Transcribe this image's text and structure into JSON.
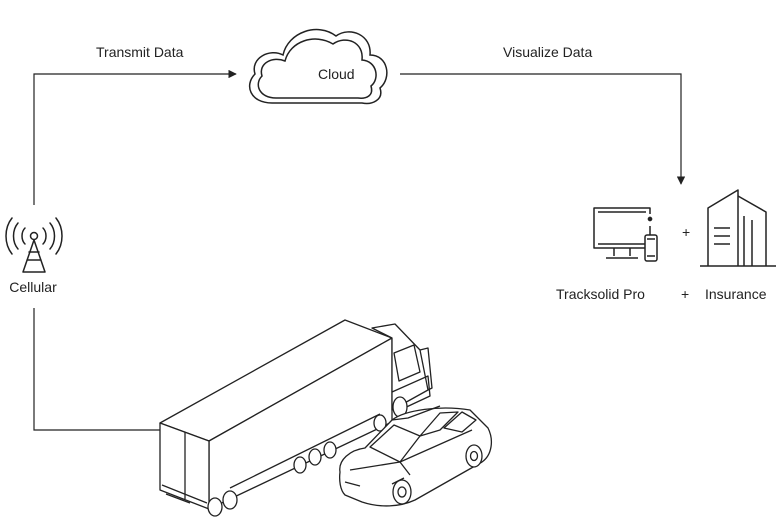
{
  "labels": {
    "transmit": "Transmit Data",
    "cloud": "Cloud",
    "visualize": "Visualize Data",
    "cellular": "Cellular",
    "tracksolid": "Tracksolid Pro",
    "plus": "+",
    "insurance": "Insurance"
  },
  "icons": {
    "cloud": "cloud-icon",
    "tower": "cellular-tower-icon",
    "computer": "desktop-computer-icon",
    "phone": "smartphone-icon",
    "building": "office-building-icon",
    "truck": "truck-icon",
    "car": "car-icon"
  },
  "colors": {
    "line": "#222222",
    "background": "#ffffff"
  }
}
